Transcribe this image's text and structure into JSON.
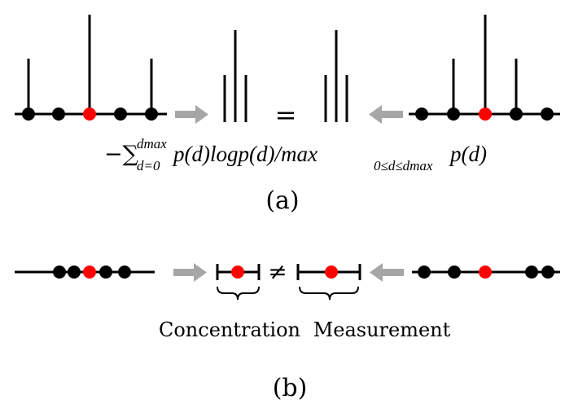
{
  "panel_a": {
    "label": "(a)",
    "relation_symbol": "=",
    "formula": {
      "minus_sum": "−∑",
      "sum_super": "dmax",
      "sum_sub": "d=0",
      "body": "p(d)logp(d)/max",
      "max_sub": "0≤d≤dmax",
      "tail": "p(d)"
    }
  },
  "panel_b": {
    "label": "(b)",
    "relation_symbol": "≠",
    "left_caption": "Concentration",
    "right_caption": "Measurement"
  },
  "colors": {
    "ink": "#000000",
    "center_node": "#ff0000",
    "arrow": "#a6a6a6"
  }
}
